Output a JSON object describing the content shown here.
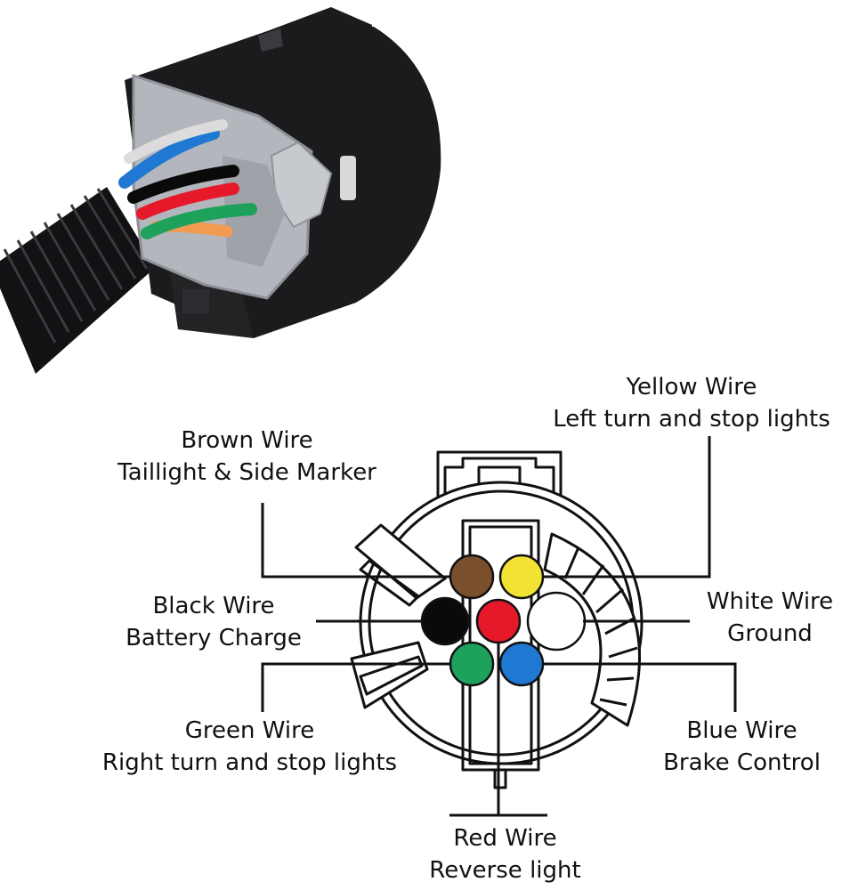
{
  "colors": {
    "brown": "#7a4f2c",
    "yellow": "#f2e233",
    "black": "#0a0a0a",
    "red": "#e6192b",
    "white": "#ffffff",
    "green": "#1ea15a",
    "blue": "#1f78d1",
    "orange": "#f09a52",
    "connector_gray": "#b3b7bd",
    "housing_black": "#1b1b1d",
    "line": "#111111"
  },
  "labels": {
    "yellow": {
      "title": "Yellow Wire",
      "desc": "Left turn and stop lights"
    },
    "brown": {
      "title": "Brown Wire",
      "desc": "Taillight & Side Marker"
    },
    "black": {
      "title": "Black Wire",
      "desc": "Battery Charge"
    },
    "white": {
      "title": "White Wire",
      "desc": "Ground"
    },
    "green": {
      "title": "Green Wire",
      "desc": "Right turn and stop lights"
    },
    "blue": {
      "title": "Blue Wire",
      "desc": "Brake Control"
    },
    "red": {
      "title": "Red Wire",
      "desc": "Reverse light"
    }
  }
}
